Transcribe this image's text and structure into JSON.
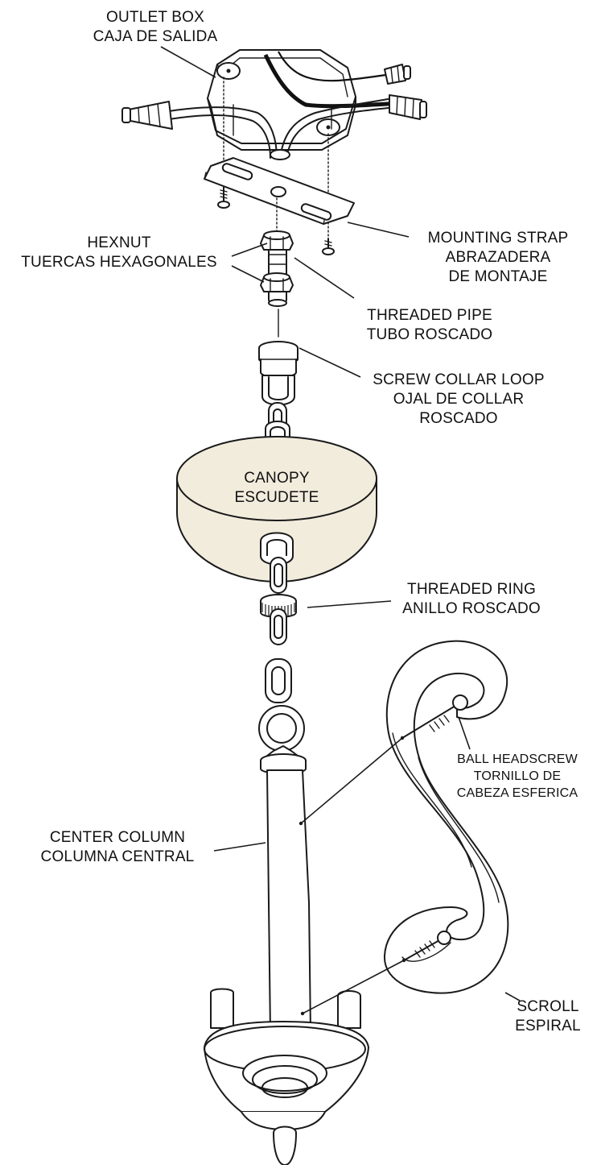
{
  "labels": {
    "outlet_box": [
      "OUTLET BOX",
      "CAJA DE SALIDA"
    ],
    "mounting_strap": [
      "MOUNTING STRAP",
      "ABRAZADERA",
      "DE MONTAJE"
    ],
    "hexnut": [
      "HEXNUT",
      "TUERCAS HEXAGONALES"
    ],
    "threaded_pipe": [
      "THREADED PIPE",
      "TUBO ROSCADO"
    ],
    "screw_collar_loop": [
      "SCREW COLLAR LOOP",
      "OJAL DE COLLAR",
      "ROSCADO"
    ],
    "canopy": [
      "CANOPY",
      "ESCUDETE"
    ],
    "threaded_ring": [
      "THREADED RING",
      "ANILLO ROSCADO"
    ],
    "ball_headscrew": [
      "BALL HEADSCREW",
      "TORNILLO DE",
      "CABEZA ESFERICA"
    ],
    "center_column": [
      "CENTER COLUMN",
      "COLUMNA CENTRAL"
    ],
    "scroll": [
      "SCROLL",
      "ESPIRAL"
    ]
  }
}
